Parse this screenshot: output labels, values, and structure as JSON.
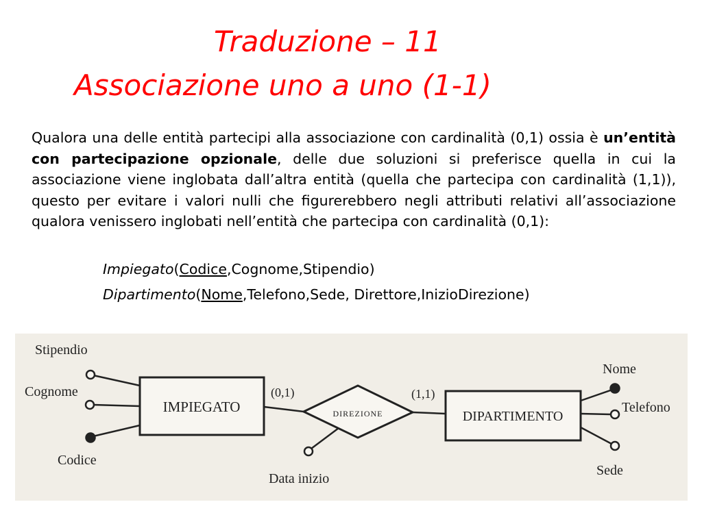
{
  "title": {
    "line1": "Traduzione – 11",
    "line2": "Associazione uno a uno (1-1)"
  },
  "paragraph": {
    "part1": "Qualora una delle entità partecipi alla associazione con cardinalità (0,1) ossia è ",
    "bold": "un’entità con partecipazione opzionale",
    "part2": ", delle due soluzioni si preferisce quella in cui la associazione viene inglobata dall’altra entità (quella che partecipa con cardinalità (1,1)), questo per evitare i valori nulli che figurerebbero negli attributi relativi all’associazione qualora venissero inglobati nell’entità che partecipa con cardinalità (0,1):"
  },
  "schema": {
    "impiegato": {
      "name": "Impiegato",
      "open": "(",
      "key": "Codice",
      "rest": ",Cognome,Stipendio)"
    },
    "dipartimento": {
      "name": "Dipartimento",
      "open": "(",
      "key": "Nome",
      "rest": ",Telefono,Sede, Direttore,InizioDirezione)"
    }
  },
  "diagram": {
    "entity_left": "IMPIEGATO",
    "entity_right": "DIPARTIMENTO",
    "relationship": "DIREZIONE",
    "card_left": "(0,1)",
    "card_right": "(1,1)",
    "attributes_left": [
      "Stipendio",
      "Cognome",
      "Codice"
    ],
    "attributes_right": [
      "Nome",
      "Telefono",
      "Sede"
    ],
    "relationship_attribute": "Data inizio"
  }
}
